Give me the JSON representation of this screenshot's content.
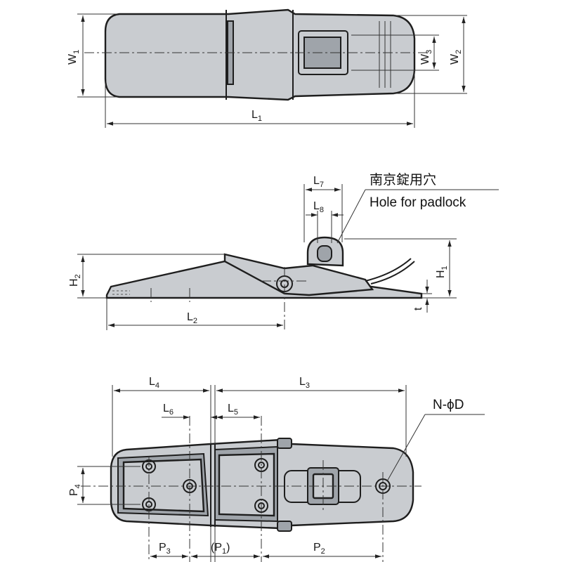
{
  "top_view": {
    "dims": {
      "w1": {
        "main": "W",
        "sub": "1"
      },
      "w2": {
        "main": "W",
        "sub": "2"
      },
      "w3": {
        "main": "W",
        "sub": "3"
      },
      "l1": {
        "main": "L",
        "sub": "1"
      }
    }
  },
  "side_view": {
    "dims": {
      "l7": {
        "main": "L",
        "sub": "7"
      },
      "l8": {
        "main": "L",
        "sub": "8"
      },
      "h1": {
        "main": "H",
        "sub": "1"
      },
      "h2": {
        "main": "H",
        "sub": "2"
      },
      "l2": {
        "main": "L",
        "sub": "2"
      },
      "t": "t"
    },
    "note": {
      "japanese": "南京錠用穴",
      "english": "Hole for padlock"
    }
  },
  "bottom_view": {
    "dims": {
      "l4": {
        "main": "L",
        "sub": "4"
      },
      "l3": {
        "main": "L",
        "sub": "3"
      },
      "l6": {
        "main": "L",
        "sub": "6"
      },
      "l5": {
        "main": "L",
        "sub": "5"
      },
      "p4": {
        "main": "P",
        "sub": "4"
      },
      "p3": {
        "main": "P",
        "sub": "3"
      },
      "p1": {
        "open": "(P",
        "sub": "1",
        "close": ")"
      },
      "p2": {
        "main": "P",
        "sub": "2"
      },
      "hole_spec": "N-ϕD"
    }
  }
}
